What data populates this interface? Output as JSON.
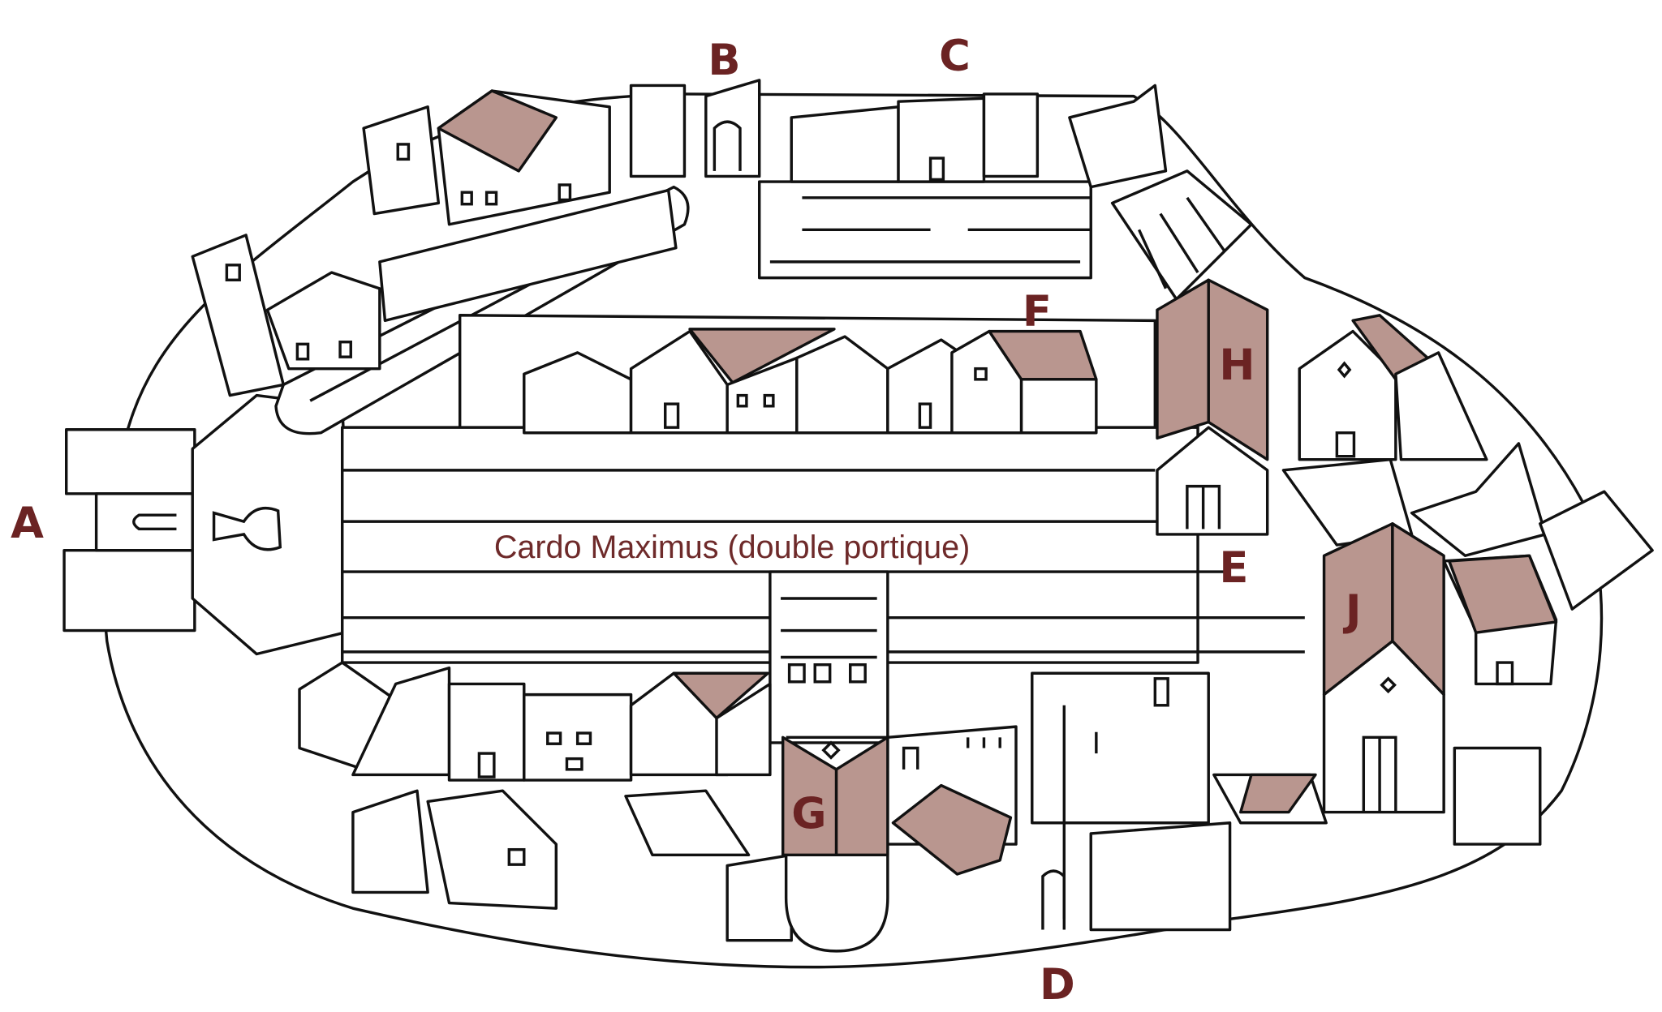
{
  "diagram": {
    "caption": "Cardo Maximus (double portique)",
    "labels": {
      "A": "A",
      "B": "B",
      "C": "C",
      "D": "D",
      "E": "E",
      "F": "F",
      "G": "G",
      "H": "H",
      "J": "J"
    },
    "colors": {
      "label": "#6b2323",
      "highlight": "#b9968f",
      "line": "#111111"
    }
  }
}
